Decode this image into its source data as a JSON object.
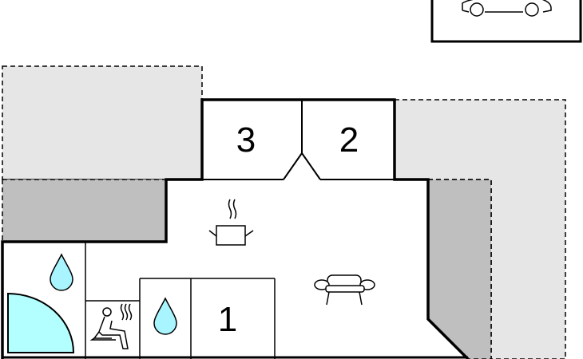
{
  "floorplan": {
    "rooms": [
      {
        "label": "3",
        "type": "bedroom"
      },
      {
        "label": "2",
        "type": "bedroom"
      },
      {
        "label": "1",
        "type": "bedroom"
      }
    ],
    "icons": [
      "car-icon",
      "cooking-pot-icon",
      "sofa-icon",
      "water-drop-icon",
      "sauna-icon",
      "hot-tub-icon"
    ],
    "colors": {
      "wall": "#000000",
      "terrace": "#e6e6e6",
      "covered_terrace": "#bfbfbf",
      "hot_tub_water": "#b3ffff",
      "water_drop": "#a8f5ff"
    }
  }
}
